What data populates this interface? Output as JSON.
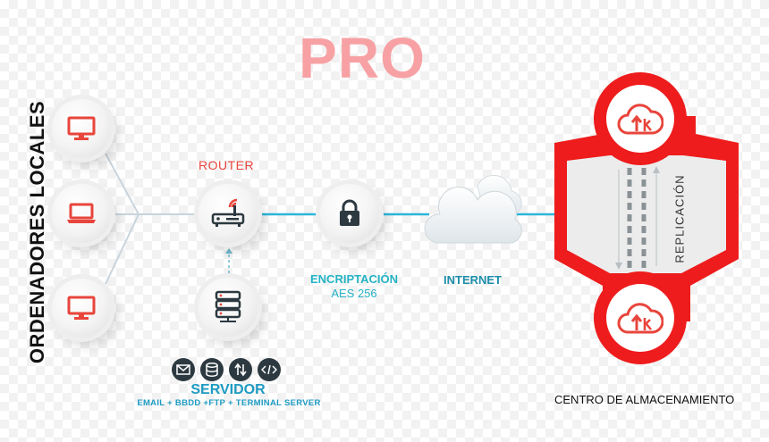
{
  "title": "PRO",
  "local_computers_label": "ORDENADORES LOCALES",
  "router_label": "ROUTER",
  "encryption": {
    "line1": "ENCRIPTACIÓN",
    "line2": "AES 256"
  },
  "internet_label": "INTERNET",
  "server": {
    "label": "SERVIDOR",
    "services": "EMAIL + BBDD +FTP + TERMINAL SERVER",
    "service_icons": [
      "mail-icon",
      "database-icon",
      "transfer-icon",
      "code-icon"
    ]
  },
  "replication_label": "REPLICACIÓN",
  "storage_center_label": "CENTRO DE ALMACENAMIENTO",
  "colors": {
    "title": "#f7a1a4",
    "accent_red": "#e8453c",
    "shield_red": "#ee1c1c",
    "cyan": "#25b3c4",
    "blue": "#1e9bc2",
    "dark_icon": "#2c3940"
  },
  "icons": {
    "computers": [
      "monitor-icon",
      "laptop-icon",
      "monitor-icon"
    ],
    "router": "router-icon",
    "encryption": "lock-icon",
    "internet": "cloud-icon",
    "server": "server-icon",
    "storage": "cloud-upload-icon"
  }
}
